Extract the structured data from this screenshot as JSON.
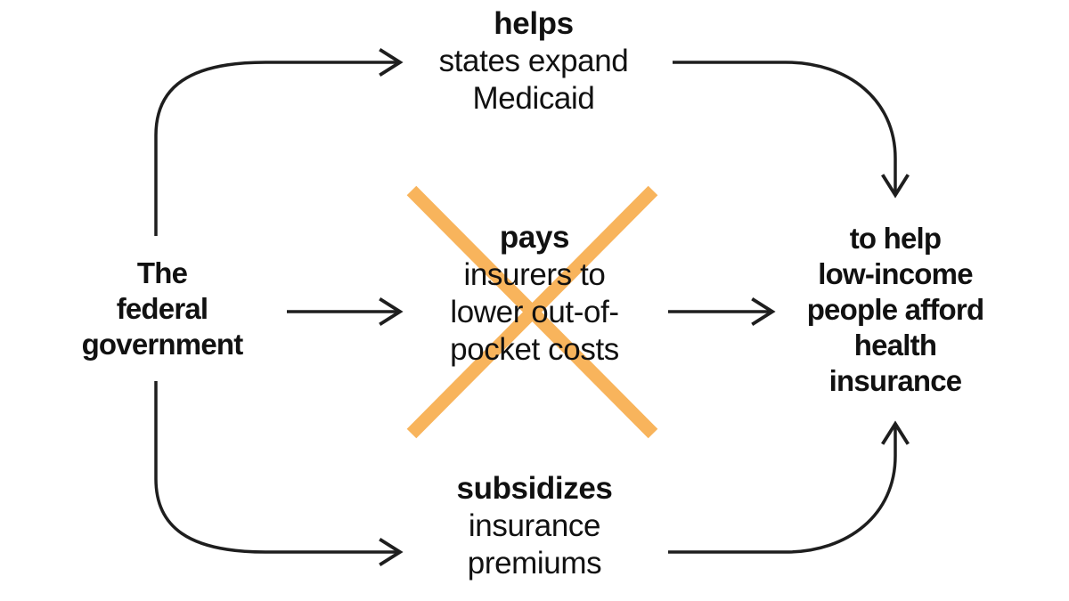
{
  "colors": {
    "cross_out": "#F8B45C",
    "line": "#1e1e1e",
    "text": "#111111",
    "background": "#ffffff"
  },
  "diagram": {
    "source": {
      "lines": [
        "The",
        "federal",
        "government"
      ]
    },
    "branches": {
      "medicaid": {
        "verb": "helps",
        "detail": [
          "states expand",
          "Medicaid"
        ],
        "status": "active"
      },
      "cost_sharing": {
        "verb": "pays",
        "detail": [
          "insurers to",
          "lower out-of-",
          "pocket costs"
        ],
        "status": "crossed-out"
      },
      "premiums": {
        "verb": "subsidizes",
        "detail": [
          "insurance",
          "premiums"
        ],
        "status": "active"
      }
    },
    "outcome": {
      "lines": [
        "to help",
        "low-income",
        "people afford",
        "health",
        "insurance"
      ]
    }
  }
}
